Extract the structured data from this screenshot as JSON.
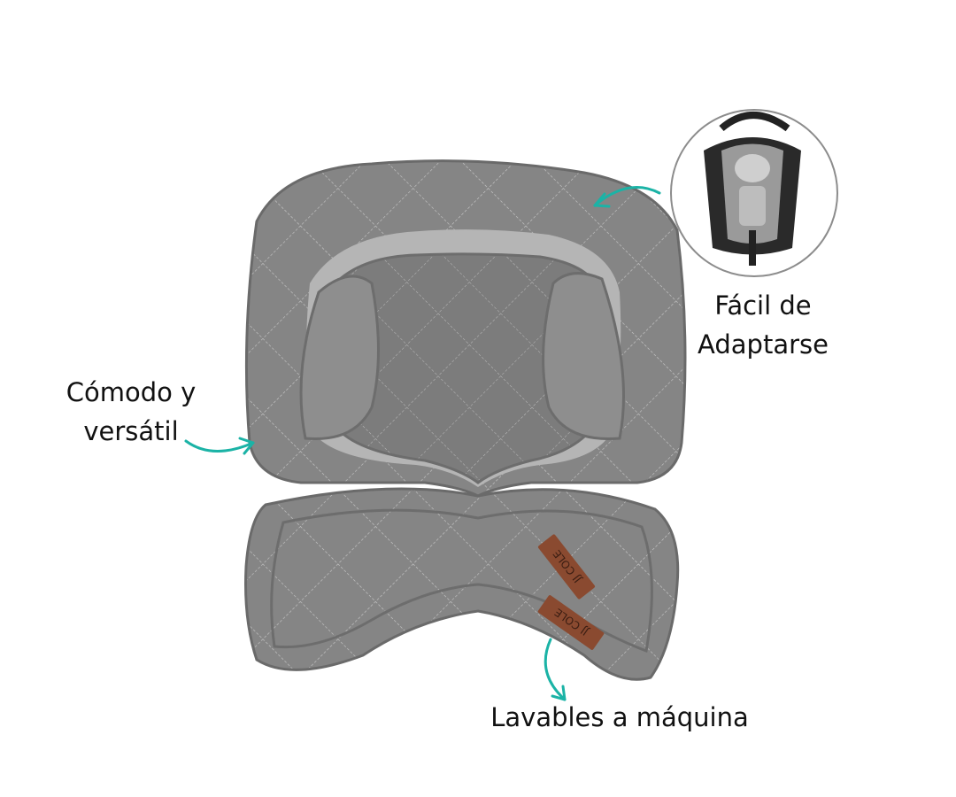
{
  "labels": {
    "comfort": [
      "Cómodo y",
      "versátil"
    ],
    "adapt": [
      "Fácil de",
      "Adaptarse"
    ],
    "washable": "Lavables a máquina"
  },
  "brand_tag": "JJ COLE",
  "colors": {
    "arrow": "#1bb3a6",
    "fabric": "#8a8a8a",
    "fabric_dark": "#6f6f6f",
    "tag": "#8a4a30"
  }
}
